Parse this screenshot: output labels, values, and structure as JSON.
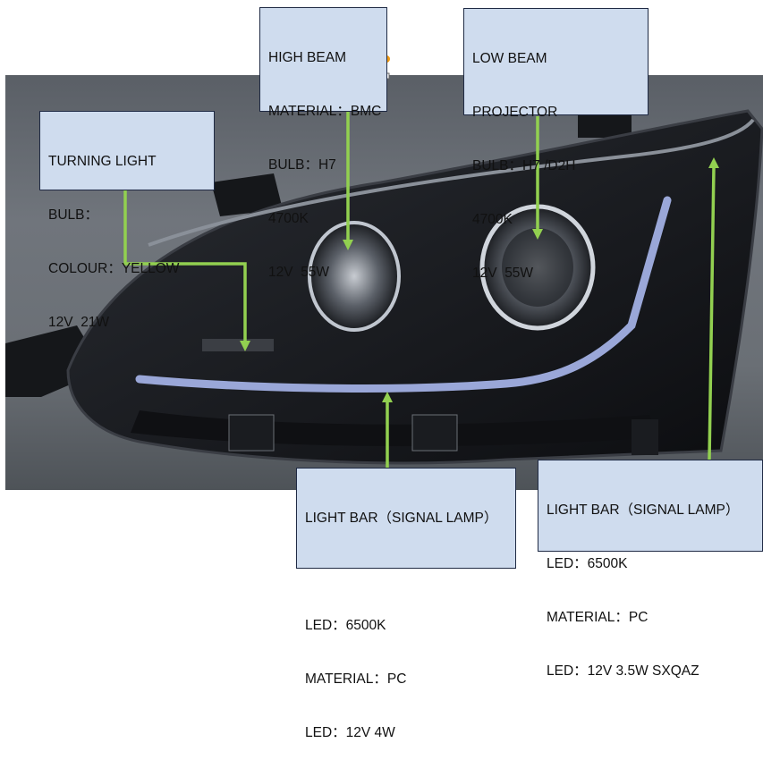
{
  "colors": {
    "callout_bg": "#cfdcee",
    "callout_border": "#1f2a44",
    "leader_line": "#92d050",
    "handle_orange": "#f39c12"
  },
  "callouts": {
    "high_beam": {
      "lines": [
        "HIGH BEAM",
        "MATERIAL：BMC",
        "BULB：H7",
        "4700K",
        "12V  55W"
      ]
    },
    "low_beam": {
      "lines": [
        "LOW BEAM",
        "PROJECTOR",
        "BULB：H7 /D2H",
        "4700K",
        "12V  55W"
      ]
    },
    "turning_light": {
      "lines": [
        "TURNING LIGHT",
        "BULB：",
        "COLOUR：YELLOW",
        "12V  21W"
      ]
    },
    "light_bar_center": {
      "lines": [
        "LIGHT BAR（SIGNAL LAMP）",
        "",
        "LED：6500K",
        "MATERIAL：PC",
        "LED：12V 4W"
      ]
    },
    "light_bar_right": {
      "lines": [
        "LIGHT BAR（SIGNAL LAMP）",
        "LED：6500K",
        "MATERIAL：PC",
        "LED：12V 3.5W SXQAZ"
      ]
    }
  }
}
